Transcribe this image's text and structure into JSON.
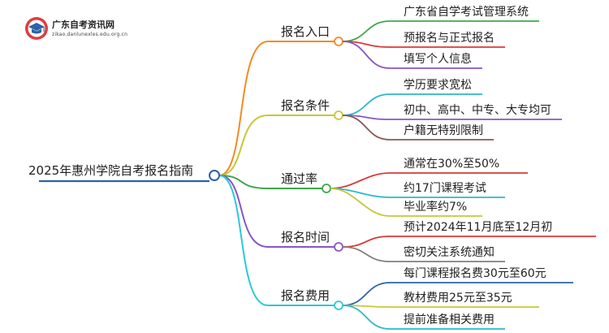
{
  "logo": {
    "name": "广东自考资讯网",
    "url": "zikao.danlunexles.edu.org.cn"
  },
  "root": {
    "label": "2025年惠州学院自考报名指南",
    "color": "#2a64a8"
  },
  "branches": [
    {
      "label": "报名入口",
      "color": "#f28b25",
      "leaves": [
        {
          "label": "广东省自学考试管理系统",
          "color": "#3ea84a"
        },
        {
          "label": "预报名与正式报名",
          "color": "#d93a3a"
        },
        {
          "label": "填写个人信息",
          "color": "#8a55c4"
        }
      ]
    },
    {
      "label": "报名条件",
      "color": "#c8c63a",
      "leaves": [
        {
          "label": "学历要求宽松",
          "color": "#2cb8c8"
        },
        {
          "label": "初中、高中、中专、大专均可",
          "color": "#8a55c4"
        },
        {
          "label": "户籍无特别限制",
          "color": "#8a5a55"
        }
      ]
    },
    {
      "label": "通过率",
      "color": "#3ea84a",
      "leaves": [
        {
          "label": "通常在30%至50%",
          "color": "#d93a3a"
        },
        {
          "label": "约17门课程考试",
          "color": "#2cb8c8"
        },
        {
          "label": "毕业率约7%",
          "color": "#c8c63a"
        }
      ]
    },
    {
      "label": "报名时间",
      "color": "#8a55c4",
      "leaves": [
        {
          "label": "预计2024年11月底至12月初",
          "color": "#d93a3a"
        },
        {
          "label": "密切关注系统通知",
          "color": "#7f7f7f"
        }
      ]
    },
    {
      "label": "报名费用",
      "color": "#2cc8d8",
      "leaves": [
        {
          "label": "每门课程报名费30元至60元",
          "color": "#2a64a8"
        },
        {
          "label": "教材费用25元至35元",
          "color": "#c8c63a"
        },
        {
          "label": "提前准备相关费用",
          "color": "#2cb8c8"
        }
      ]
    }
  ]
}
